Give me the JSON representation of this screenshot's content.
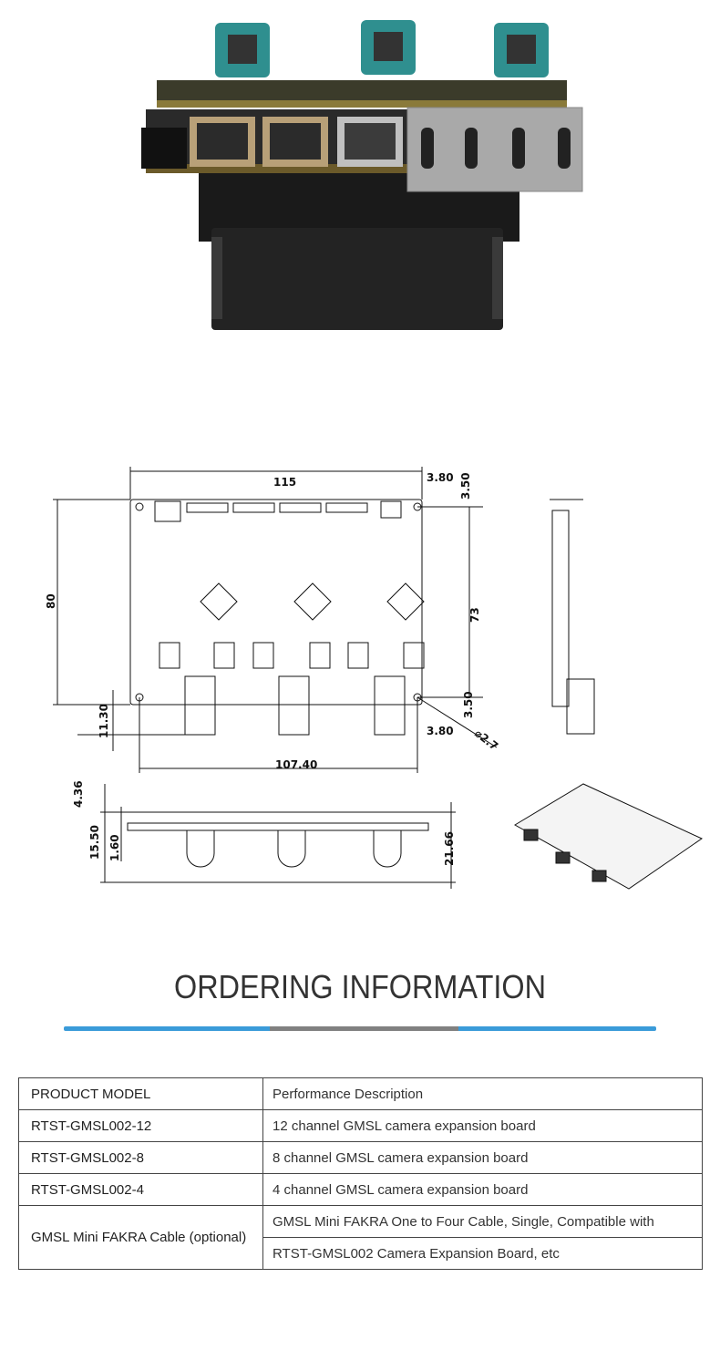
{
  "drawing": {
    "dims": {
      "width_total": "115",
      "hole_offset_x_top": "3.80",
      "hole_offset_y_top": "3.50",
      "height_total": "80",
      "hole_spacing_y": "73",
      "hole_offset_y_bottom": "3.50",
      "connector_overhang": "11.30",
      "hole_offset_x_bottom": "3.80",
      "hole_diameter": "⌀2.7",
      "hole_spacing_x": "107.40",
      "top_height": "4.36",
      "bottom_height": "15.50",
      "pcb_thickness": "1.60",
      "total_height": "21.66"
    }
  },
  "section": {
    "title": "ORDERING INFORMATION",
    "bar_colors": [
      "#3a9bd9",
      "#808080",
      "#3a9bd9"
    ]
  },
  "table": {
    "header": {
      "model": "PRODUCT MODEL",
      "description": "Performance Description"
    },
    "rows": [
      {
        "model": "RTST-GMSL002-12",
        "description": "12 channel GMSL camera expansion board"
      },
      {
        "model": "RTST-GMSL002-8",
        "description": "8 channel GMSL camera expansion board"
      },
      {
        "model": "RTST-GMSL002-4",
        "description": "4 channel GMSL camera expansion board"
      }
    ],
    "cable": {
      "model": "GMSL Mini FAKRA Cable (optional)",
      "description_line1": "GMSL Mini FAKRA One to Four Cable, Single, Compatible with",
      "description_line2": "RTST-GMSL002 Camera Expansion Board, etc"
    }
  }
}
